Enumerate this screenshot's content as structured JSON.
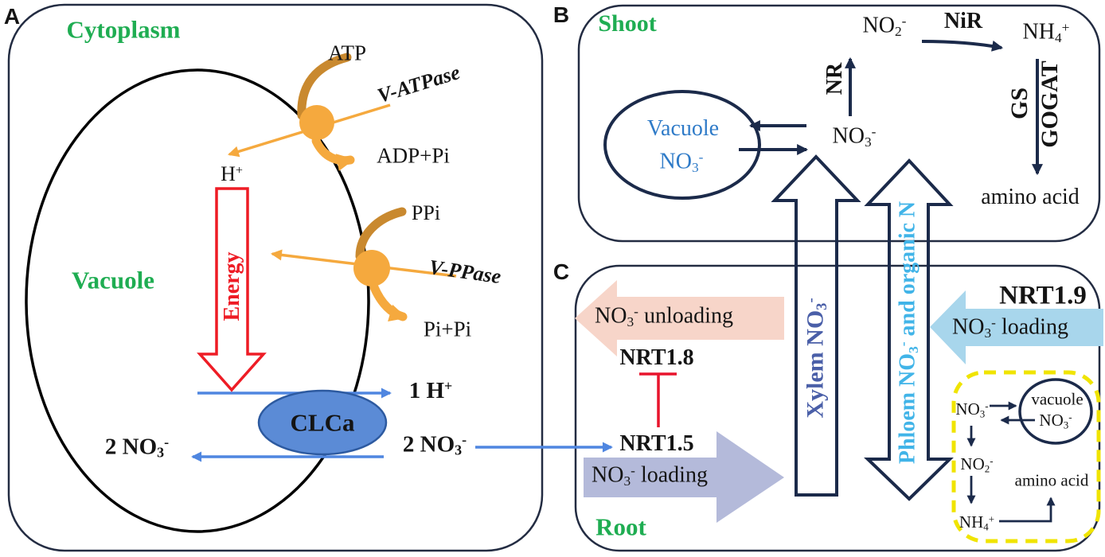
{
  "figure_title": "Nitrate transport and assimilation diagram",
  "colors": {
    "green_label": "#1fad52",
    "red": "#ee1c25",
    "orange": "#f5a93e",
    "orange_dark": "#c9892f",
    "blue_line": "#4f86e0",
    "navy": "#1b2a4a",
    "clca_fill": "#5b8bd6",
    "vacuole_text_blue": "#2f7bc8",
    "xylem_text": "#4a5fa8",
    "phloem_text": "#41b4e8",
    "pink_arrow": "#f7d5c9",
    "lavender_arrow": "#b4bada",
    "sky_arrow": "#a8d6ec",
    "yellow_dash": "#f0e400"
  },
  "panels": {
    "a": {
      "letter": "A",
      "region_top": "Cytoplasm",
      "region_inner": "Vacuole",
      "atp": "ATP",
      "v_atpase": "V-ATPase",
      "adp_pi": "ADP+Pi",
      "h_plus_1": "H^+",
      "ppi": "PPi",
      "v_ppase": "V-PPase",
      "pi_pi": "Pi+Pi",
      "energy": "Energy",
      "one_h": "1 H^+",
      "clca": "CLCa",
      "two_no3_left": "2 NO_3^-",
      "two_no3_right": "2 NO_3^-"
    },
    "b": {
      "letter": "B",
      "region": "Shoot",
      "vacuole_line1": "Vacuole",
      "vacuole_line2": "NO_3^-",
      "no3": "NO_3^-",
      "nr": "NR",
      "no2": "NO_2^-",
      "nir": "NiR",
      "nh4": "NH_4^+",
      "gs": "GS",
      "gogat": "GOGAT",
      "amino_acid": "amino acid"
    },
    "transport": {
      "xylem": "Xylem NO_3^-",
      "phloem": "Phloem NO_3^- and organic N"
    },
    "c": {
      "letter": "C",
      "region": "Root",
      "no3_unloading": "NO_3^- unloading",
      "nrt18": "NRT1.8",
      "nrt15": "NRT1.5",
      "no3_loading_xylem": "NO_3^- loading",
      "nrt19": "NRT1.9",
      "no3_loading_phloem": "NO_3^- loading",
      "inset": {
        "no3": "NO_3^-",
        "vacuole_line1": "vacuole",
        "vacuole_line2": "NO_3^-",
        "no2": "NO_2^-",
        "nh4": "NH_4^+",
        "amino_acid": "amino acid"
      }
    }
  }
}
